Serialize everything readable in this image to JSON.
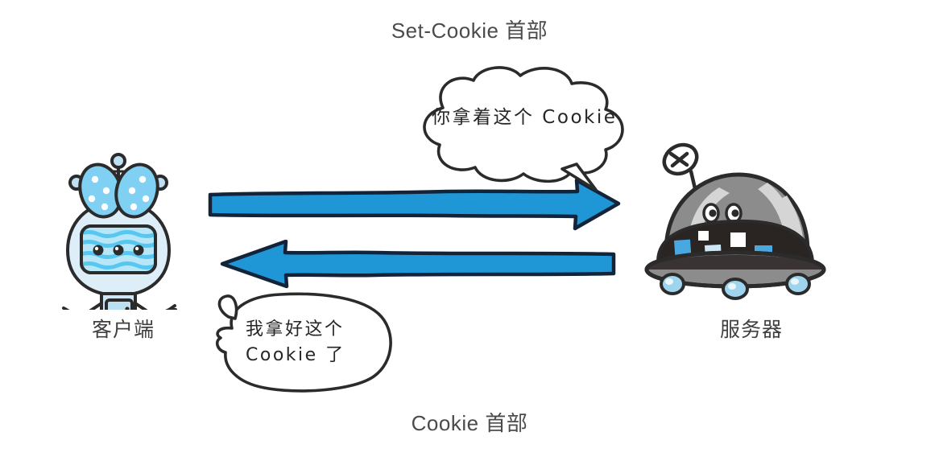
{
  "diagram": {
    "title_top": "Set-Cookie 首部",
    "title_bottom": "Cookie 首部",
    "background_color": "#ffffff"
  },
  "endpoints": {
    "client": {
      "label": "客户端",
      "icon": "client-robot-icon",
      "body_color": "#cfe6f7",
      "outline_color": "#2b2b2b",
      "screen_color": "#57c7f0"
    },
    "server": {
      "label": "服务器",
      "icon": "server-ufo-icon",
      "body_color": "#2a2523",
      "dome_color": "#8c8c8c",
      "outline_color": "#2b2b2b",
      "light_color": "#4aa8e0"
    }
  },
  "arrows": [
    {
      "name": "set-cookie-arrow",
      "direction": "right",
      "from": "客户端",
      "to": "服务器",
      "fill_color": "#1f96d6",
      "stroke_color": "#13243a"
    },
    {
      "name": "cookie-arrow",
      "direction": "left",
      "from": "服务器",
      "to": "客户端",
      "fill_color": "#1f96d6",
      "stroke_color": "#13243a"
    }
  ],
  "bubbles": [
    {
      "name": "server-speech-bubble",
      "speaker": "服务器",
      "text": "你拿着这个 Cookie",
      "shape": "cloud",
      "tail_direction": "down-right",
      "fill_color": "#ffffff",
      "stroke_color": "#2b2b2b"
    },
    {
      "name": "client-speech-bubble",
      "speaker": "客户端",
      "text": "我拿好这个\nCookie 了",
      "shape": "blob",
      "tail_direction": "up-left",
      "fill_color": "#ffffff",
      "stroke_color": "#2b2b2b"
    }
  ]
}
